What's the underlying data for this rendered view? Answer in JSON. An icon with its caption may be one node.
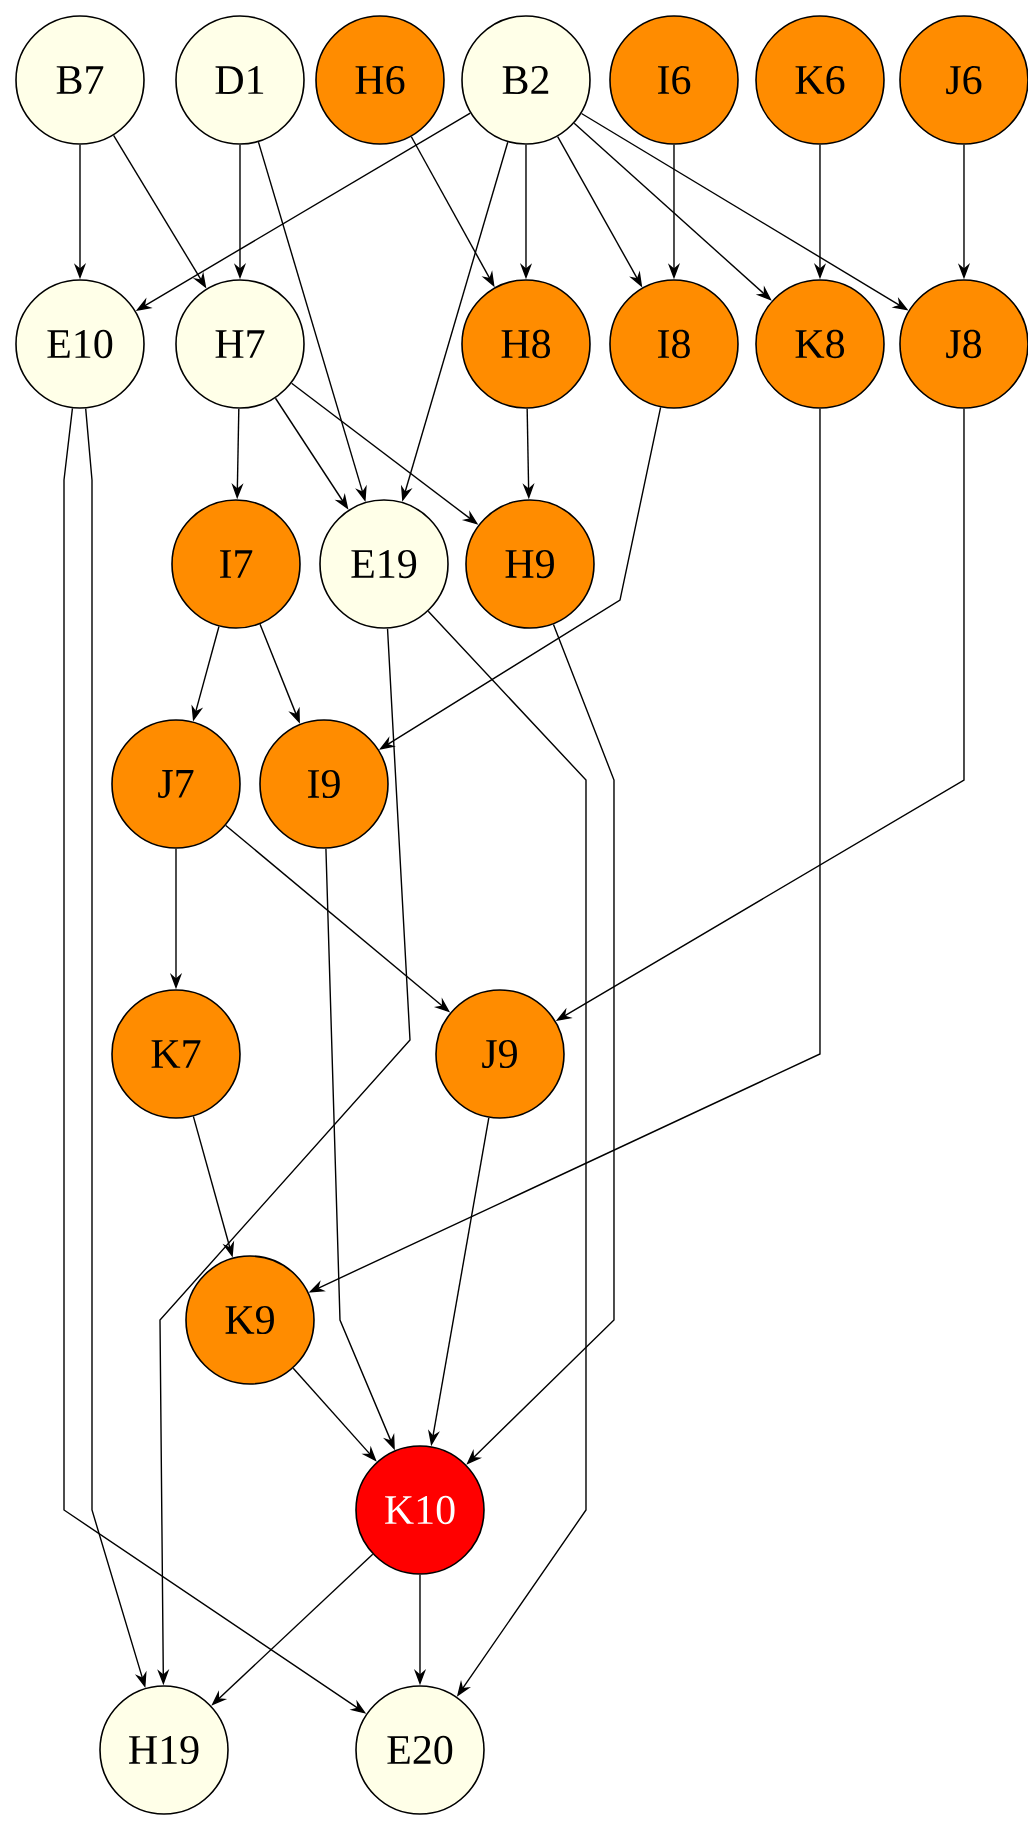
{
  "diagram": {
    "nodes": [
      {
        "text": [
          "B7"
        ]
      },
      {
        "text": [
          "D1"
        ]
      },
      {
        "text": [
          "H6"
        ]
      },
      {
        "text": [
          "B2"
        ]
      },
      {
        "text": [
          "I6"
        ]
      },
      {
        "text": [
          "K6"
        ]
      },
      {
        "text": [
          "J6"
        ]
      },
      {
        "text": [
          "E10"
        ]
      },
      {
        "text": [
          "H7"
        ]
      },
      {
        "text": [
          "H8"
        ]
      },
      {
        "text": [
          "I8"
        ]
      },
      {
        "text": [
          "K8"
        ]
      },
      {
        "text": [
          "J8"
        ]
      },
      {
        "text": [
          "I7"
        ]
      },
      {
        "text": [
          "E19"
        ]
      },
      {
        "text": [
          "H9"
        ]
      },
      {
        "text": [
          "J7"
        ]
      },
      {
        "text": [
          "I9"
        ]
      },
      {
        "text": [
          "K7"
        ]
      },
      {
        "text": [
          "J9"
        ]
      },
      {
        "text": [
          "K9"
        ]
      },
      {
        "text": [
          "K10"
        ]
      },
      {
        "text": [
          "H19"
        ]
      },
      {
        "text": [
          "E20"
        ]
      }
    ],
    "edges": [
      {
        "from": 0,
        "to": 7,
        "arrow": "to"
      },
      {
        "from": 0,
        "to": 8,
        "arrow": "to"
      },
      {
        "from": 1,
        "to": 8,
        "arrow": "to"
      },
      {
        "from": 1,
        "to": 14,
        "arrow": "to"
      },
      {
        "from": 2,
        "to": 9,
        "arrow": "to"
      },
      {
        "from": 3,
        "to": 7,
        "arrow": "to"
      },
      {
        "from": 3,
        "to": 14,
        "arrow": "to"
      },
      {
        "from": 3,
        "to": 9,
        "arrow": "to"
      },
      {
        "from": 3,
        "to": 10,
        "arrow": "to"
      },
      {
        "from": 3,
        "to": 11,
        "arrow": "to"
      },
      {
        "from": 3,
        "to": 12,
        "arrow": "to"
      },
      {
        "from": 4,
        "to": 10,
        "arrow": "to"
      },
      {
        "from": 5,
        "to": 11,
        "arrow": "to"
      },
      {
        "from": 6,
        "to": 12,
        "arrow": "to"
      },
      {
        "from": 8,
        "to": 13,
        "arrow": "to"
      },
      {
        "from": 8,
        "to": 14,
        "arrow": "to"
      },
      {
        "from": 8,
        "to": 15,
        "arrow": "to"
      },
      {
        "from": 9,
        "to": 15,
        "arrow": "to"
      },
      {
        "from": 10,
        "to": 17,
        "arrow": "to"
      },
      {
        "from": 7,
        "to": 22,
        "arrow": "to"
      },
      {
        "from": 7,
        "to": 23,
        "arrow": "to"
      },
      {
        "from": 14,
        "to": 22,
        "arrow": "to"
      },
      {
        "from": 14,
        "to": 23,
        "arrow": "to"
      },
      {
        "from": 15,
        "to": 21,
        "arrow": "to"
      },
      {
        "from": 13,
        "to": 16,
        "arrow": "to"
      },
      {
        "from": 13,
        "to": 17,
        "arrow": "to"
      },
      {
        "from": 16,
        "to": 18,
        "arrow": "to"
      },
      {
        "from": 16,
        "to": 19,
        "arrow": "to"
      },
      {
        "from": 17,
        "to": 21,
        "arrow": "to"
      },
      {
        "from": 12,
        "to": 19,
        "arrow": "to"
      },
      {
        "from": 11,
        "to": 20,
        "arrow": "to"
      },
      {
        "from": 18,
        "to": 20,
        "arrow": "to"
      },
      {
        "from": 19,
        "to": 21,
        "arrow": "to"
      },
      {
        "from": 20,
        "to": 21,
        "arrow": "to"
      },
      {
        "from": 21,
        "to": 22,
        "arrow": "to"
      },
      {
        "from": 21,
        "to": 23,
        "arrow": "to"
      }
    ]
  }
}
